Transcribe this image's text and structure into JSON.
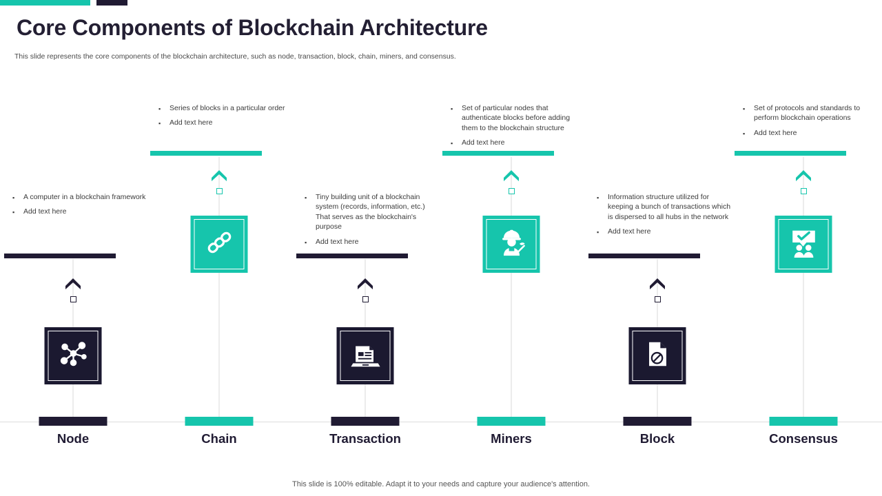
{
  "theme": {
    "teal": "#16c5ac",
    "dark": "#201b33",
    "text": "#3b3b3b"
  },
  "header": {
    "title": "Core Components of Blockchain Architecture",
    "subtitle": "This slide represents the core components of the blockchain architecture, such as node, transaction, block, chain, miners, and consensus."
  },
  "footer": {
    "note": "This slide is 100% editable. Adapt it to your needs and capture your audience's attention."
  },
  "bullet_glyph": "▪",
  "columns": [
    {
      "id": "node",
      "caption": "Node",
      "accent": "dark",
      "level": "low",
      "icon": "network-node-icon",
      "bullets": [
        "A computer in a blockchain framework",
        "Add text here"
      ]
    },
    {
      "id": "chain",
      "caption": "Chain",
      "accent": "teal",
      "level": "high",
      "icon": "chain-links-icon",
      "bullets": [
        "Series of blocks in a particular order",
        "Add text here"
      ]
    },
    {
      "id": "transaction",
      "caption": "Transaction",
      "accent": "dark",
      "level": "low",
      "icon": "laptop-document-icon",
      "bullets": [
        "Tiny building unit of a blockchain system (records, information, etc.) That serves as the blockchain's purpose",
        "Add text here"
      ]
    },
    {
      "id": "miners",
      "caption": "Miners",
      "accent": "teal",
      "level": "high",
      "icon": "miner-worker-icon",
      "bullets": [
        "Set of particular nodes that authenticate blocks before adding them to the blockchain structure",
        "Add text here"
      ]
    },
    {
      "id": "block",
      "caption": "Block",
      "accent": "dark",
      "level": "low",
      "icon": "document-blocked-icon",
      "bullets": [
        "Information structure utilized for keeping a bunch of transactions which is dispersed to all hubs in the network",
        "Add text here"
      ]
    },
    {
      "id": "consensus",
      "caption": "Consensus",
      "accent": "teal",
      "level": "high",
      "icon": "people-approval-icon",
      "bullets": [
        "Set of protocols and standards to perform blockchain operations",
        "Add text here"
      ]
    }
  ]
}
